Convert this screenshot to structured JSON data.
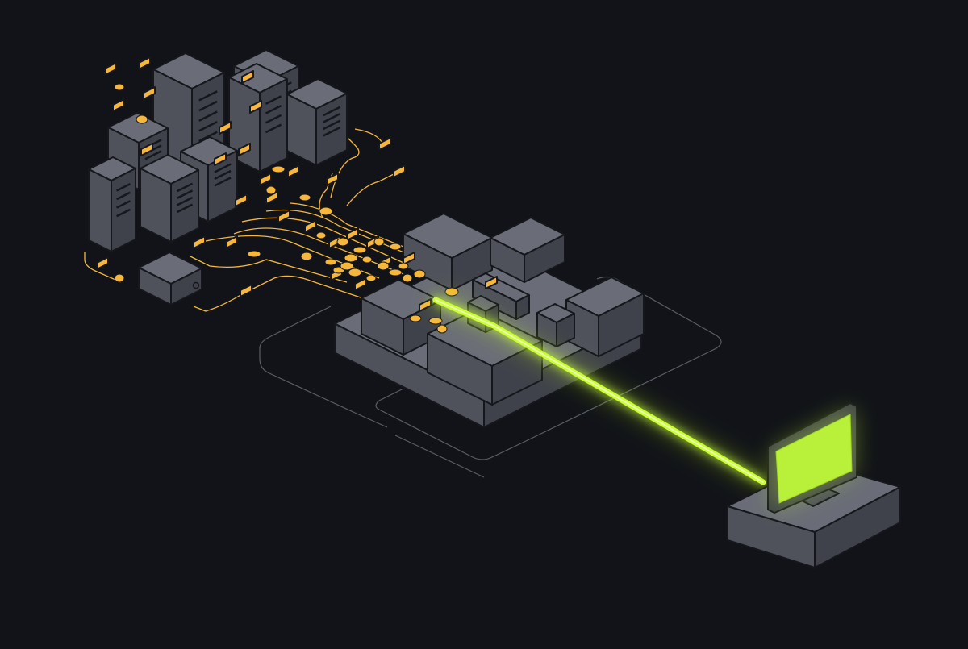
{
  "colors": {
    "background": "#111318",
    "block_top": "#6a6d77",
    "block_left": "#4f525b",
    "block_right": "#3f424a",
    "outline": "#15171c",
    "data_accent": "#f6b73c",
    "output_beam": "#c8ff2e",
    "platform_outline": "#5a5d66"
  },
  "nodes": [
    {
      "id": "source-servers",
      "icon": "server-rack-cluster"
    },
    {
      "id": "source-storage-box",
      "icon": "storage-drive"
    },
    {
      "id": "processing-hub",
      "icon": "processing-block"
    },
    {
      "id": "output-monitor",
      "icon": "monitor-screen"
    }
  ],
  "flows": [
    {
      "from": "source-servers",
      "to": "processing-hub",
      "style": "data-particles",
      "color": "#f6b73c"
    },
    {
      "from": "processing-hub",
      "to": "output-monitor",
      "style": "glowing-beam",
      "color": "#c8ff2e"
    }
  ]
}
